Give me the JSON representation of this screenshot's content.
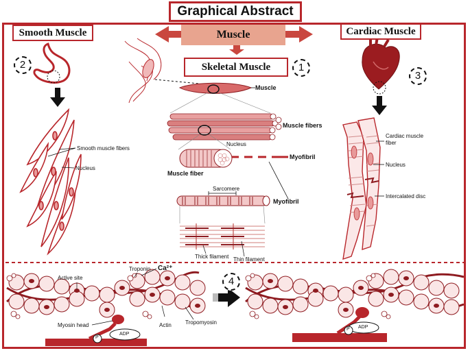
{
  "title": "Graphical Abstract",
  "headers": {
    "muscle": "Muscle",
    "smooth_muscle": "Smooth Muscle",
    "cardiac_muscle": "Cardiac Muscle",
    "skeletal_muscle": "Skeletal Muscle"
  },
  "step_numbers": [
    "1",
    "2",
    "3",
    "4"
  ],
  "skeletal_labels": {
    "muscle": "Muscle",
    "muscle_fibers": "Muscle fibers",
    "nucleus": "Nucleus",
    "myofibril_1": "Myofibril",
    "muscle_fiber": "Muscle fiber",
    "sarcomere": "Sarcomere",
    "myofibril_2": "Myofibril",
    "thick_filament": "Thick filament",
    "thin_filament": "Thin filament"
  },
  "smooth_labels": {
    "fibers": "Smooth muscle fibers",
    "nucleus": "Nucleus"
  },
  "cardiac_labels": {
    "fiber_line1": "Cardiac muscle",
    "fiber_line2": "fiber",
    "nucleus": "Nucleus",
    "intercalated_disc": "Intercalated disc"
  },
  "filament_labels": {
    "active_site": "Active site",
    "troponin": "Troponin",
    "calcium": "Ca²⁺",
    "myosin_head": "Myosin head",
    "actin": "Actin",
    "tropomyosin": "Tropomyosin",
    "adp_left": "ADP",
    "p_left": "P",
    "adp_right": "ADP",
    "p_right": "P"
  },
  "colors": {
    "primary_red": "#b8262b",
    "salmon": "#e8a48f",
    "pale": "#f4dcdc",
    "dark_red": "#8e1b20"
  }
}
